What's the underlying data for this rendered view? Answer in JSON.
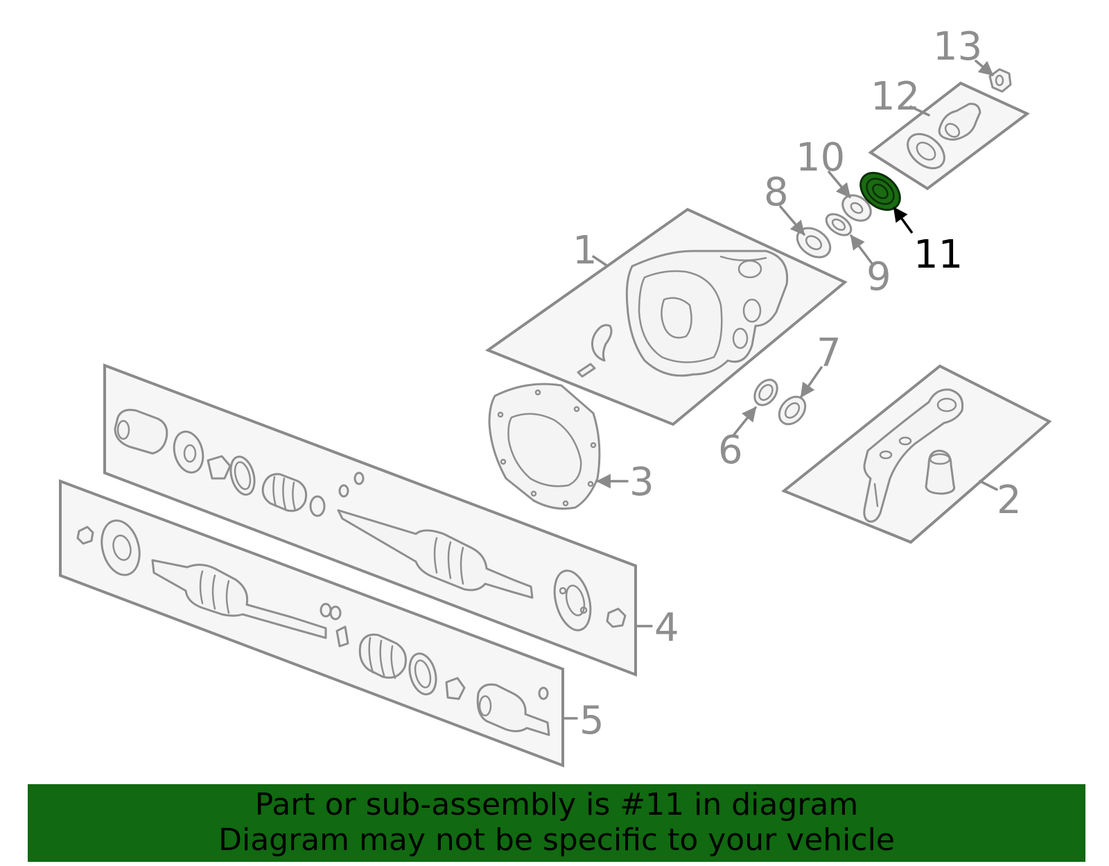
{
  "callouts": {
    "c1": "1",
    "c2": "2",
    "c3": "3",
    "c4": "4",
    "c5": "5",
    "c6": "6",
    "c7": "7",
    "c8": "8",
    "c9": "9",
    "c10": "10",
    "c11": "11",
    "c12": "12",
    "c13": "13"
  },
  "highlighted_part": "11",
  "colors": {
    "highlight": "#1a6b12",
    "banner": "#116911",
    "lines": "#8a8a8a"
  },
  "banner": {
    "line1": "Part or sub-assembly is #11 in diagram",
    "line2": "Diagram may not be specific to your vehicle"
  }
}
